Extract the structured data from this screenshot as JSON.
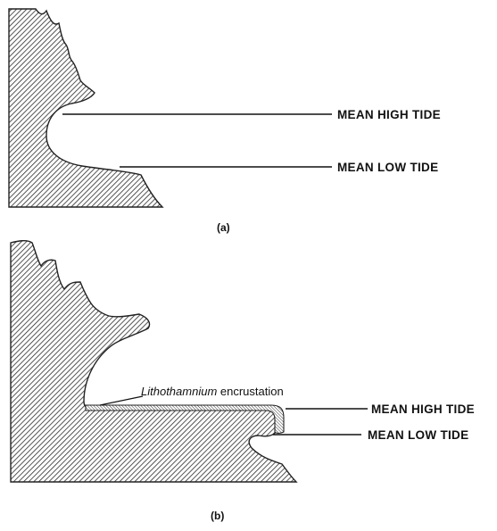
{
  "panel_a": {
    "label": "(a)",
    "high_tide_label": "MEAN HIGH TIDE",
    "low_tide_label": "MEAN LOW TIDE"
  },
  "panel_b": {
    "label": "(b)",
    "encrustation_label_italic": "Lithothamnium",
    "encrustation_label_rest": " encrustation",
    "high_tide_label": "MEAN HIGH TIDE",
    "low_tide_label": "MEAN LOW TIDE"
  }
}
